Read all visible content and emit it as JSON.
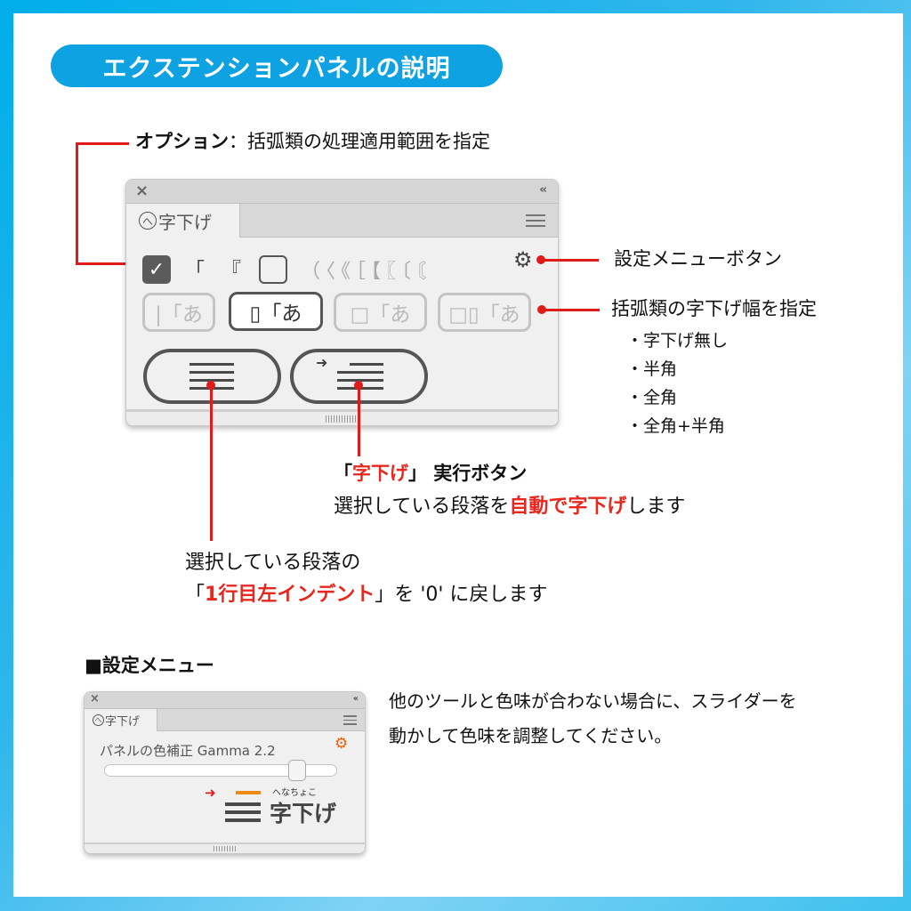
{
  "title": "エクステンションパネルの説明",
  "callouts": {
    "options": {
      "term": "オプション",
      "separator": "：",
      "description": "括弧類の処理適用範囲を指定"
    },
    "settings_button": "設定メニューボタン",
    "bracket_width": {
      "title": "括弧類の字下げ幅を指定",
      "items": [
        "・字下げ無し",
        "・半角",
        "・全角",
        "・全角+半角"
      ]
    },
    "execute": {
      "open": "「",
      "highlight": "字下げ",
      "close": "」",
      "rest": " 実行ボタン",
      "line2_pre": "選択している段落を",
      "line2_highlight": "自動で字下げ",
      "line2_post": "します"
    },
    "reset": {
      "line1": "選択している段落の",
      "open": "「",
      "highlight": "1行目左インデント",
      "close": "」",
      "rest": "を '0' に戻します"
    }
  },
  "panel": {
    "close_icon": "×",
    "collapse_icon": "‹‹",
    "tab_label": "㊁字下げ",
    "tab_icon_char": "へ",
    "tab_text": "字下げ",
    "checkbox_checked": true,
    "checked_brackets": "「 『",
    "checkbox2_checked": false,
    "unchecked_brackets": "（〈《［【〖〔〘",
    "gear_icon": "⚙",
    "width_buttons": [
      {
        "label": "|「あ",
        "active": false
      },
      {
        "label": "▯「あ",
        "active": true
      },
      {
        "label": "□「あ",
        "active": false
      },
      {
        "label": "□▯「あ",
        "active": false
      }
    ],
    "reset_button_icon": "lines-icon",
    "indent_button_icon": "arrow-indent-lines-icon"
  },
  "settings_menu": {
    "heading": "■設定メニュー",
    "panel": {
      "close_icon": "×",
      "collapse_icon": "‹‹",
      "tab_icon_char": "へ",
      "tab_text": "字下げ",
      "gamma_label": "パネルの色補正 Gamma 2.2",
      "gear_icon": "⚙",
      "gear_color": "#e8620e",
      "slider_value_pct": 86,
      "logo_ruby": "へなちょこ",
      "logo_text": "字下げ",
      "logo_accent": "#f08a14",
      "arrow_color": "#e11a1a"
    },
    "description_line1": "他のツールと色味が合わない場合に、スライダーを",
    "description_line2": "動かして色味を調整してください。"
  },
  "colors": {
    "frame": "#00aeea",
    "title_pill": "#0ea2e2",
    "callout_red": "#e11a1a",
    "highlight_red": "#e8281e"
  }
}
